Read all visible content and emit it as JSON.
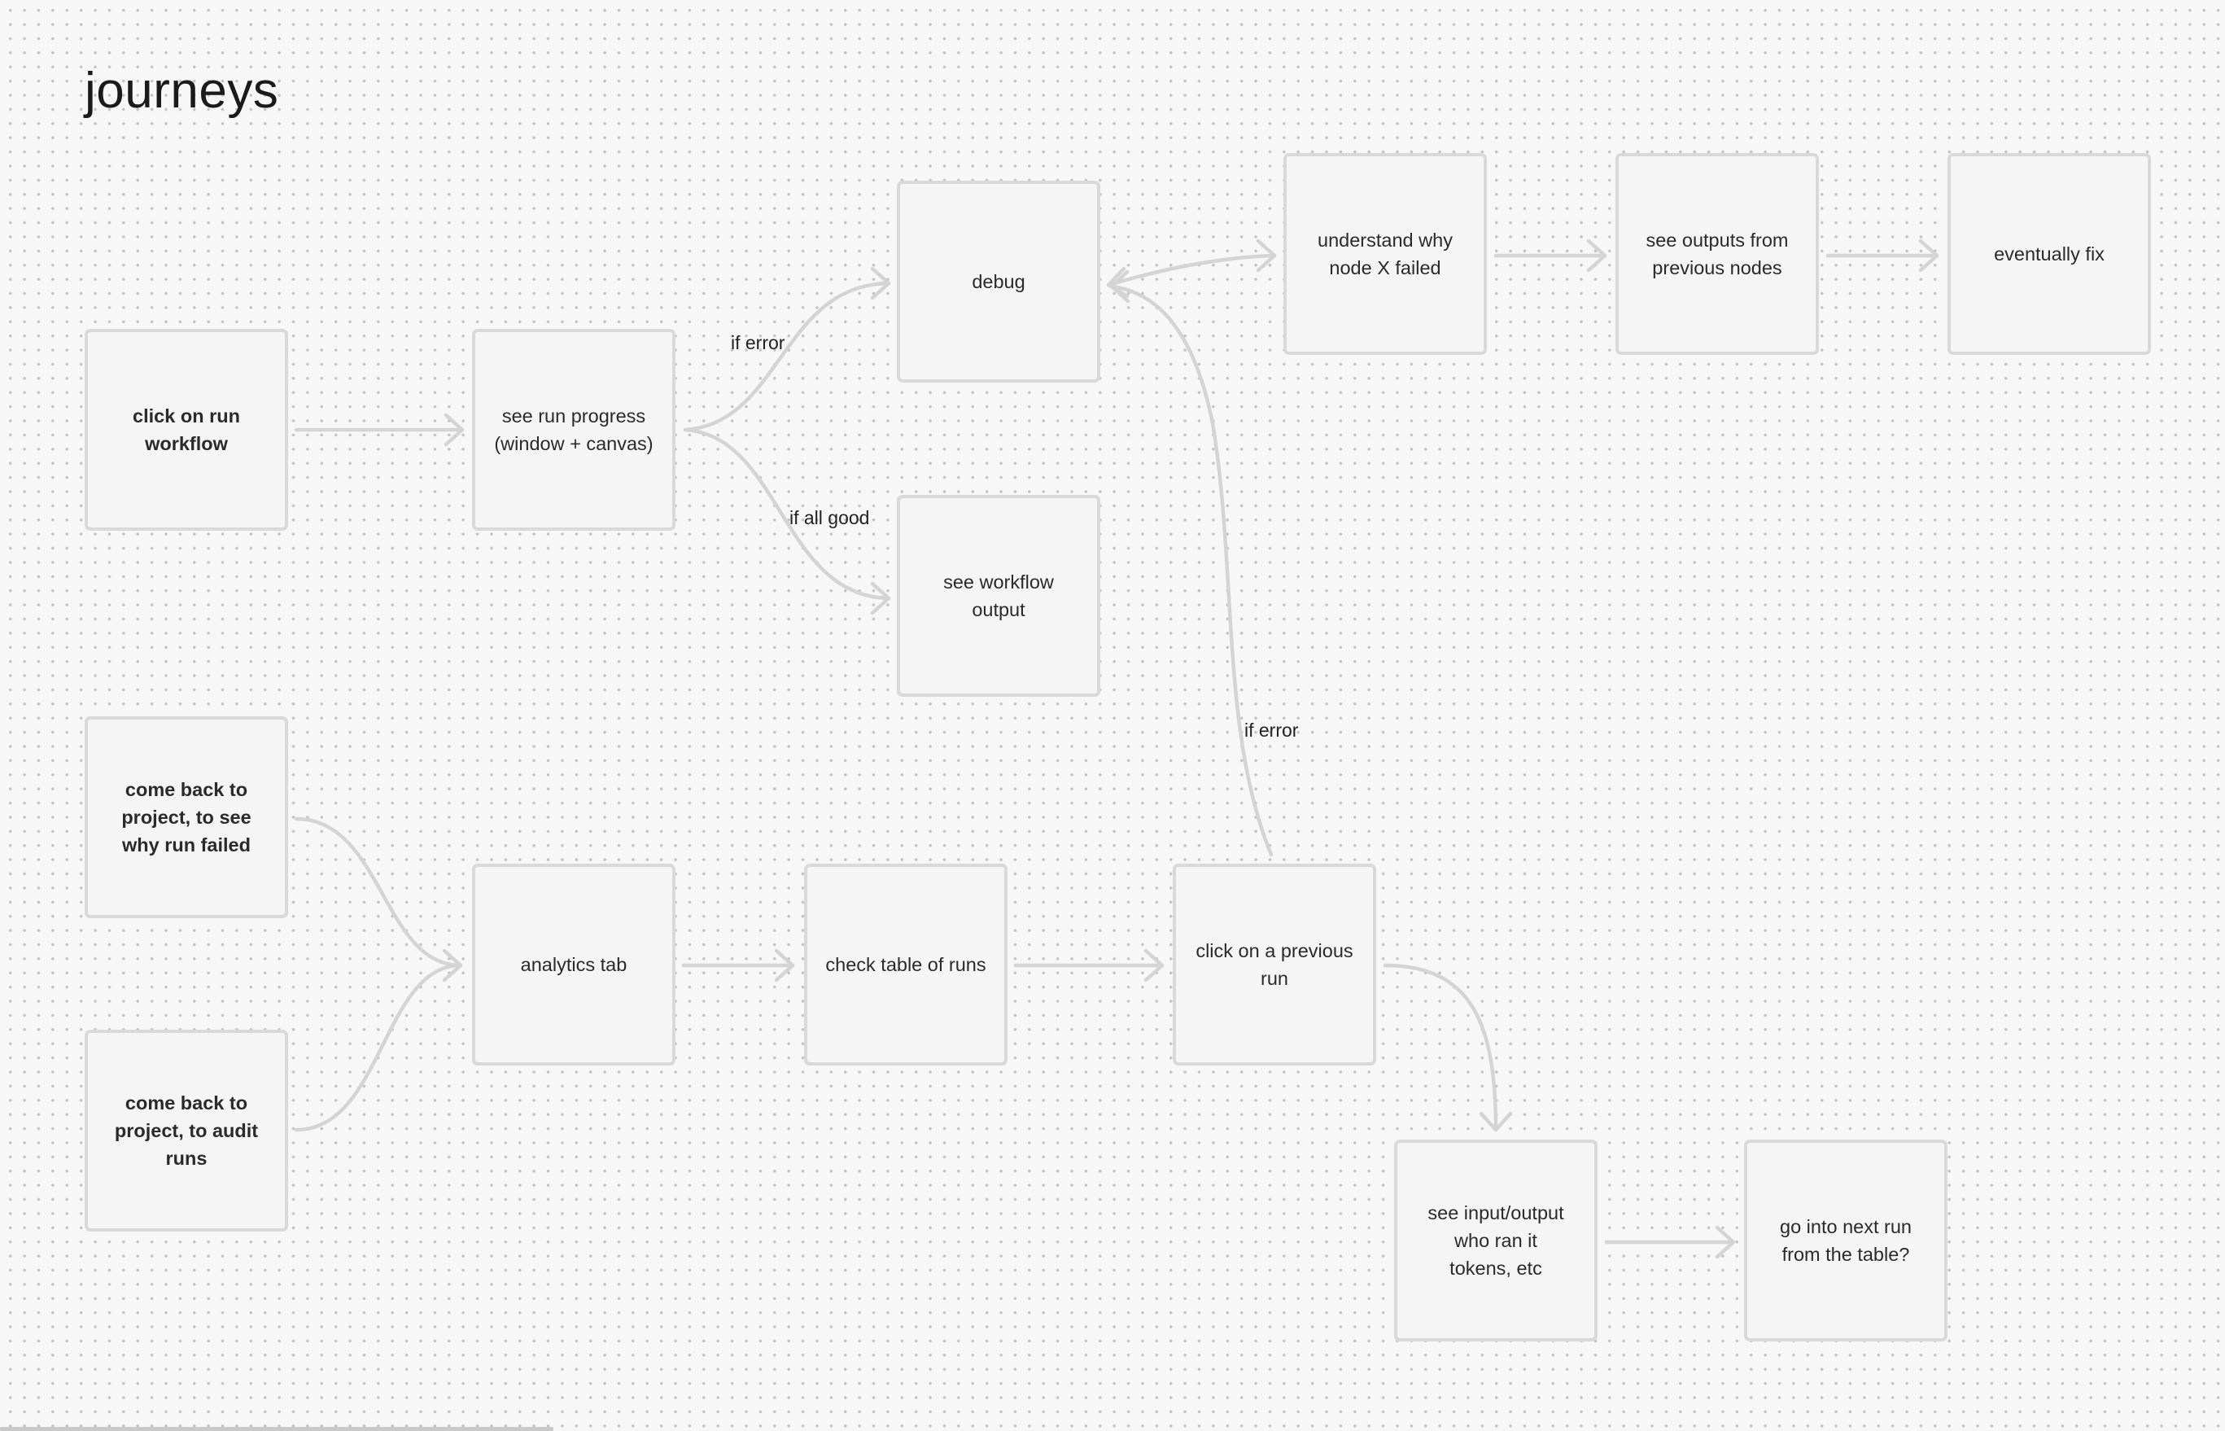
{
  "board": {
    "title": "journeys"
  },
  "nodes": {
    "click_run": "click on run\nworkflow",
    "run_progress": "see run progress\n(window + canvas)",
    "debug": "debug",
    "workflow_output": "see workflow\noutput",
    "why_failed": "understand why\nnode X failed",
    "prev_outputs": "see outputs from\nprevious nodes",
    "eventually_fix": "eventually fix",
    "come_back_failed": "come back to\nproject, to see\nwhy run failed",
    "come_back_audit": "come back to\nproject, to audit\nruns",
    "analytics_tab": "analytics tab",
    "check_table": "check table of runs",
    "click_previous": "click on a previous\nrun",
    "input_output": "see input/output\nwho ran it\ntokens, etc",
    "next_run": "go into next run\nfrom the table?"
  },
  "edge_labels": {
    "if_error_top": "if error",
    "if_all_good": "if all good",
    "if_error_bottom": "if error"
  },
  "colors": {
    "canvas": "#f7f7f7",
    "node_fill": "#f5f5f5",
    "node_border": "#d9d9d9",
    "connector": "#d4d4d4",
    "text": "#2a2a2a"
  }
}
